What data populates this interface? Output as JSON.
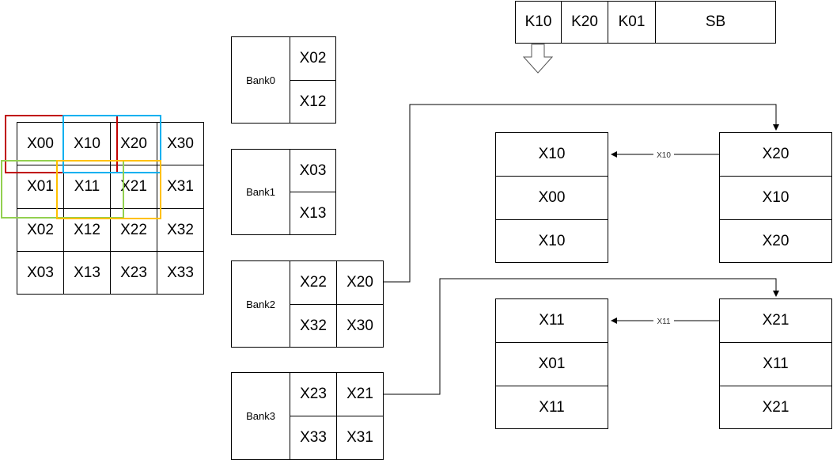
{
  "header_row": [
    "K10",
    "K20",
    "K01",
    "SB"
  ],
  "grid": [
    [
      "X00",
      "X10",
      "X20",
      "X30"
    ],
    [
      "X01",
      "X11",
      "X21",
      "X31"
    ],
    [
      "X02",
      "X12",
      "X22",
      "X32"
    ],
    [
      "X03",
      "X13",
      "X23",
      "X33"
    ]
  ],
  "banks": [
    {
      "label": "Bank0",
      "cells": [
        [
          "X02"
        ],
        [
          "X12"
        ]
      ]
    },
    {
      "label": "Bank1",
      "cells": [
        [
          "X03"
        ],
        [
          "X13"
        ]
      ]
    },
    {
      "label": "Bank2",
      "cells": [
        [
          "X22",
          "X20"
        ],
        [
          "X32",
          "X30"
        ]
      ]
    },
    {
      "label": "Bank3",
      "cells": [
        [
          "X23",
          "X21"
        ],
        [
          "X33",
          "X31"
        ]
      ]
    }
  ],
  "top_group": {
    "left": [
      "X10",
      "X00",
      "X10"
    ],
    "right": [
      "X20",
      "X10",
      "X20"
    ],
    "edge_label": "X10"
  },
  "bottom_group": {
    "left": [
      "X11",
      "X01",
      "X11"
    ],
    "right": [
      "X21",
      "X11",
      "X21"
    ],
    "edge_label": "X11"
  },
  "colors": {
    "red": "#c00000",
    "blue": "#00b0f0",
    "green": "#92d050",
    "yellow": "#ffc000"
  }
}
